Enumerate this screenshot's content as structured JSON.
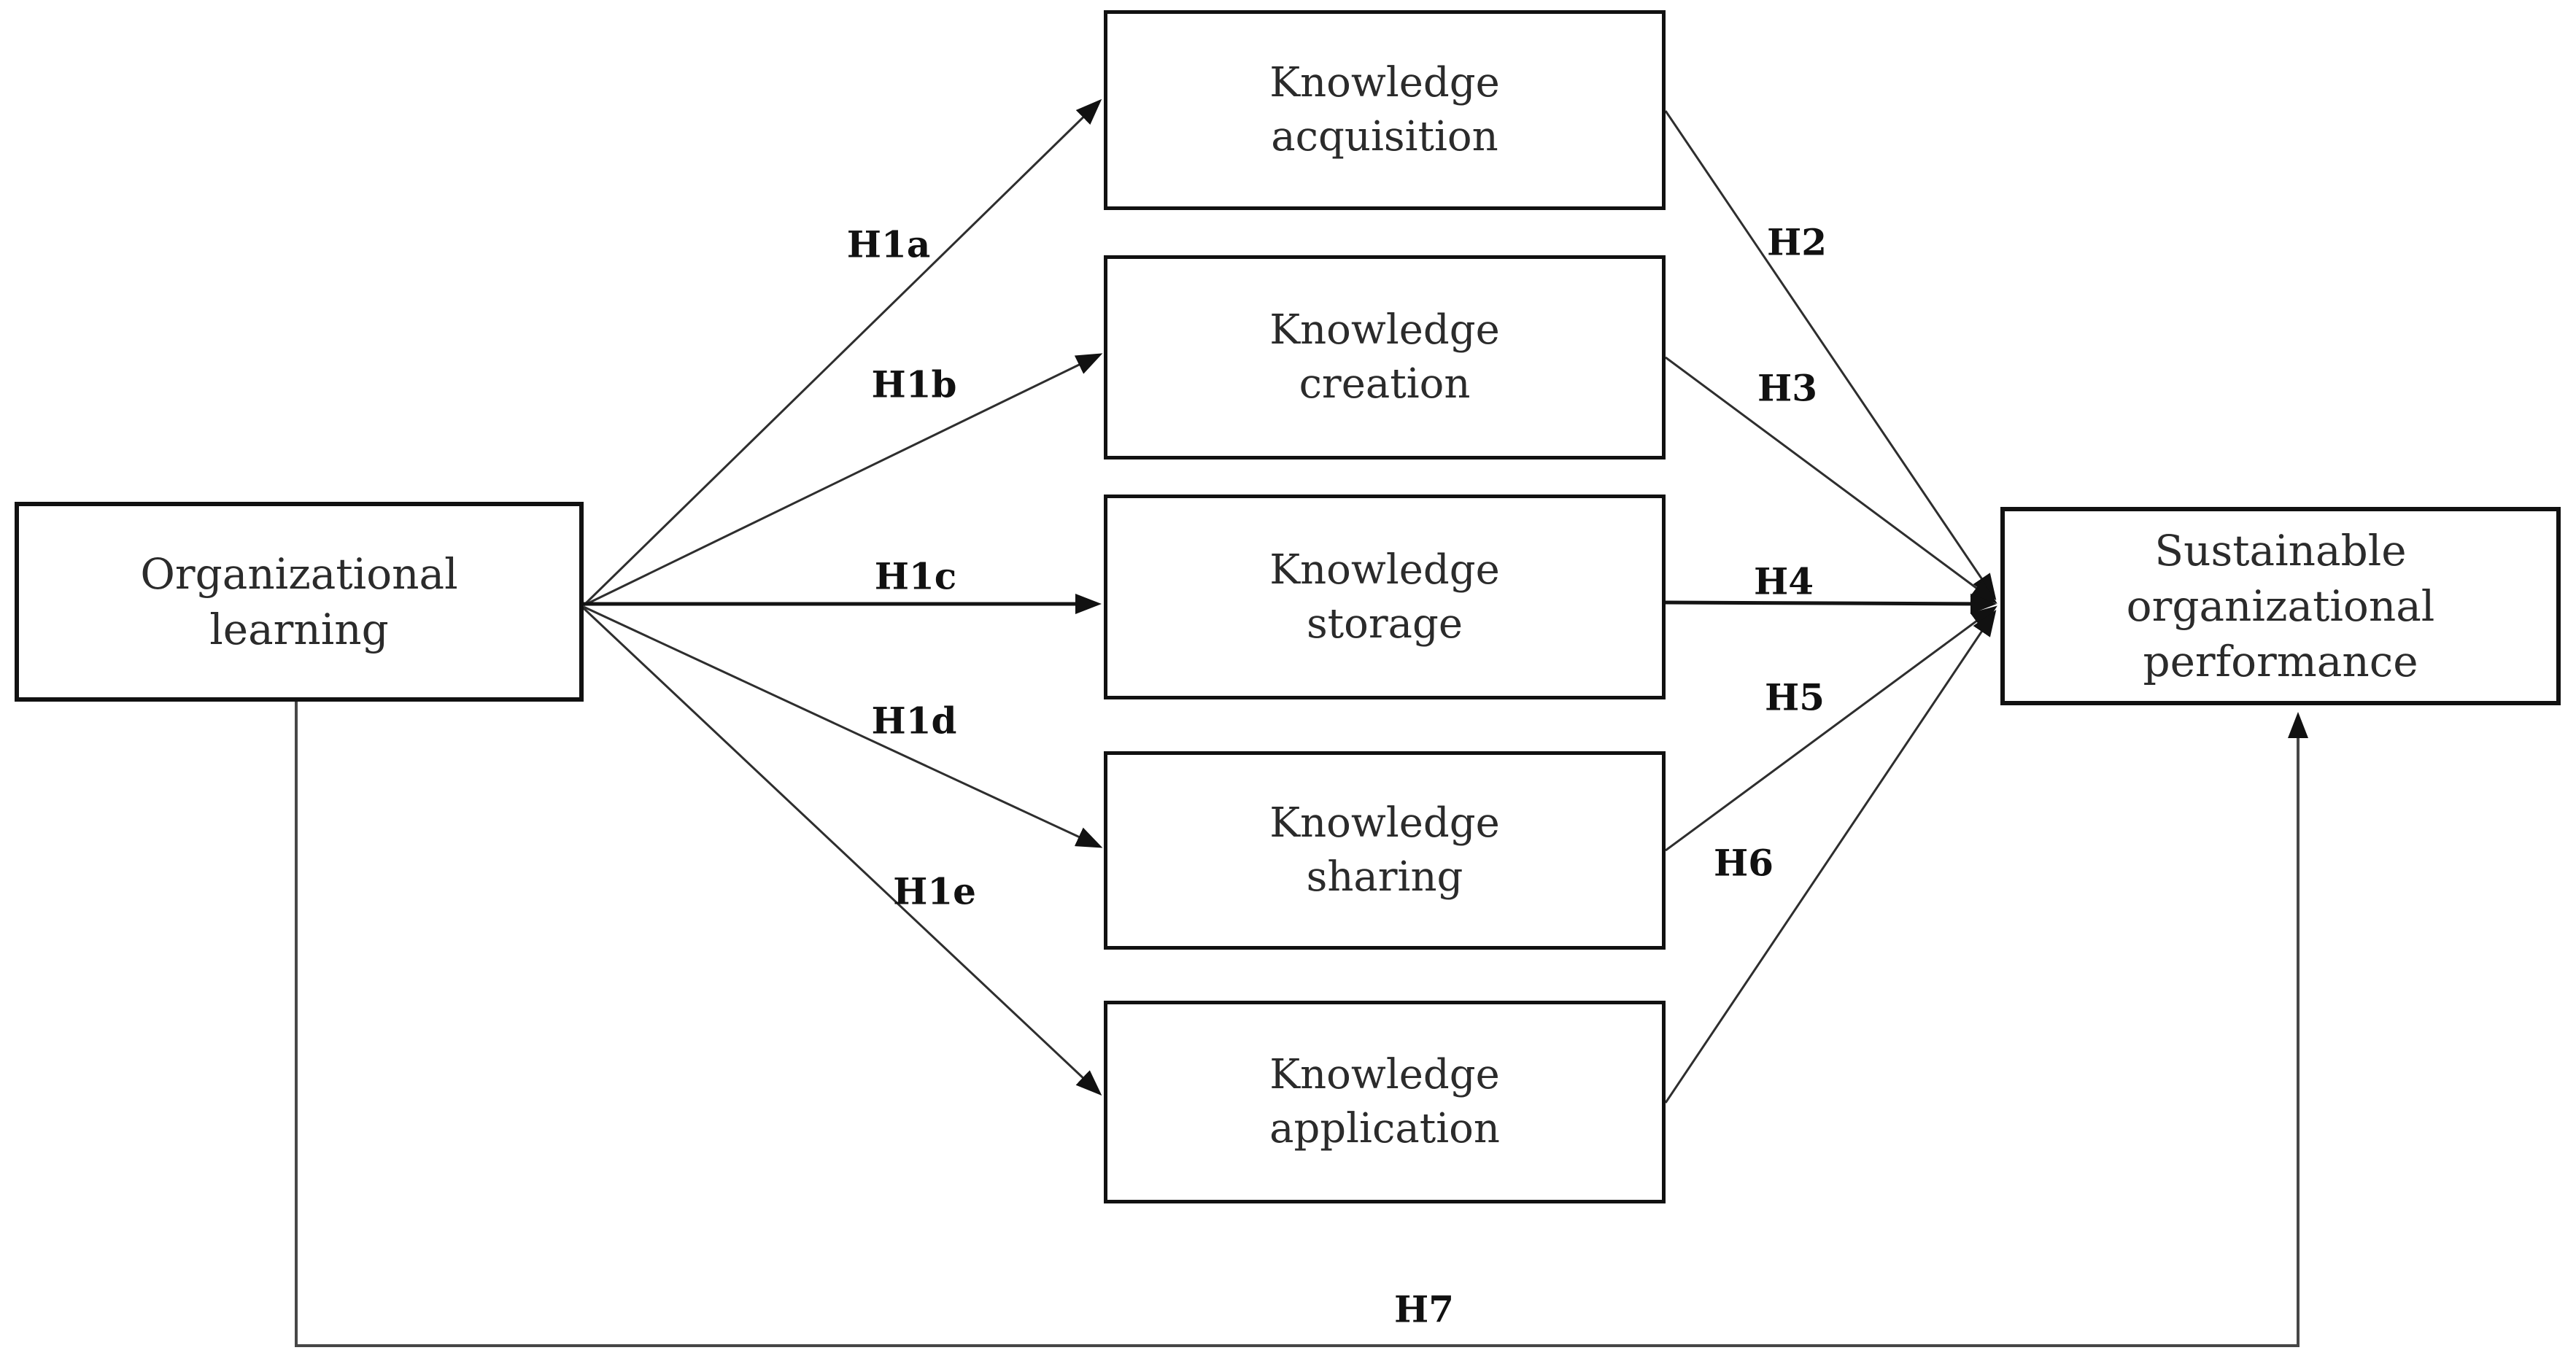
{
  "diagram": {
    "background": "#ffffff",
    "line_color": "#2e2e2e",
    "box_border_color": "#111111",
    "text_color": "#2b2b2b"
  },
  "nodes": [
    {
      "id": "organizational-learning",
      "lines": [
        "Organizational",
        "learning"
      ]
    },
    {
      "id": "knowledge-acquisition",
      "lines": [
        "Knowledge",
        "acquisition"
      ]
    },
    {
      "id": "knowledge-creation",
      "lines": [
        "Knowledge",
        "creation"
      ]
    },
    {
      "id": "knowledge-storage",
      "lines": [
        "Knowledge",
        "storage"
      ]
    },
    {
      "id": "knowledge-sharing",
      "lines": [
        "Knowledge",
        "sharing"
      ]
    },
    {
      "id": "knowledge-application",
      "lines": [
        "Knowledge",
        "application"
      ]
    },
    {
      "id": "sustainable-organizational-performance",
      "lines": [
        "Sustainable",
        "organizational",
        "performance"
      ]
    }
  ],
  "edges": [
    {
      "label": "H1a",
      "from": "organizational-learning",
      "to": "knowledge-acquisition"
    },
    {
      "label": "H1b",
      "from": "organizational-learning",
      "to": "knowledge-creation"
    },
    {
      "label": "H1c",
      "from": "organizational-learning",
      "to": "knowledge-storage"
    },
    {
      "label": "H1d",
      "from": "organizational-learning",
      "to": "knowledge-sharing"
    },
    {
      "label": "H1e",
      "from": "organizational-learning",
      "to": "knowledge-application"
    },
    {
      "label": "H2",
      "from": "knowledge-acquisition",
      "to": "sustainable-organizational-performance"
    },
    {
      "label": "H3",
      "from": "knowledge-creation",
      "to": "sustainable-organizational-performance"
    },
    {
      "label": "H4",
      "from": "knowledge-storage",
      "to": "sustainable-organizational-performance"
    },
    {
      "label": "H5",
      "from": "knowledge-sharing",
      "to": "sustainable-organizational-performance"
    },
    {
      "label": "H6",
      "from": "knowledge-application",
      "to": "sustainable-organizational-performance"
    },
    {
      "label": "H7",
      "from": "organizational-learning",
      "to": "sustainable-organizational-performance"
    }
  ]
}
